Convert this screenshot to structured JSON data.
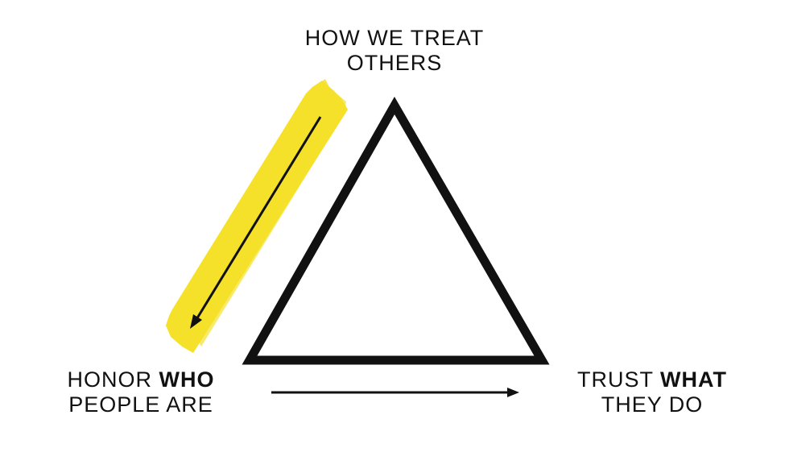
{
  "top_label": {
    "line1": "HOW WE TREAT",
    "line2": "OTHERS"
  },
  "left_label": {
    "prefix": "HONOR ",
    "bold": "WHO",
    "line2": "PEOPLE ARE"
  },
  "right_label": {
    "prefix": "TRUST ",
    "bold": "WHAT",
    "line2": "THEY DO"
  },
  "colors": {
    "highlight": "#f5e12a",
    "stroke": "#111111",
    "background": "#ffffff"
  },
  "icons": {
    "triangle": "triangle-outline",
    "left_arrow": "arrow-down-left",
    "bottom_arrow": "arrow-right"
  }
}
